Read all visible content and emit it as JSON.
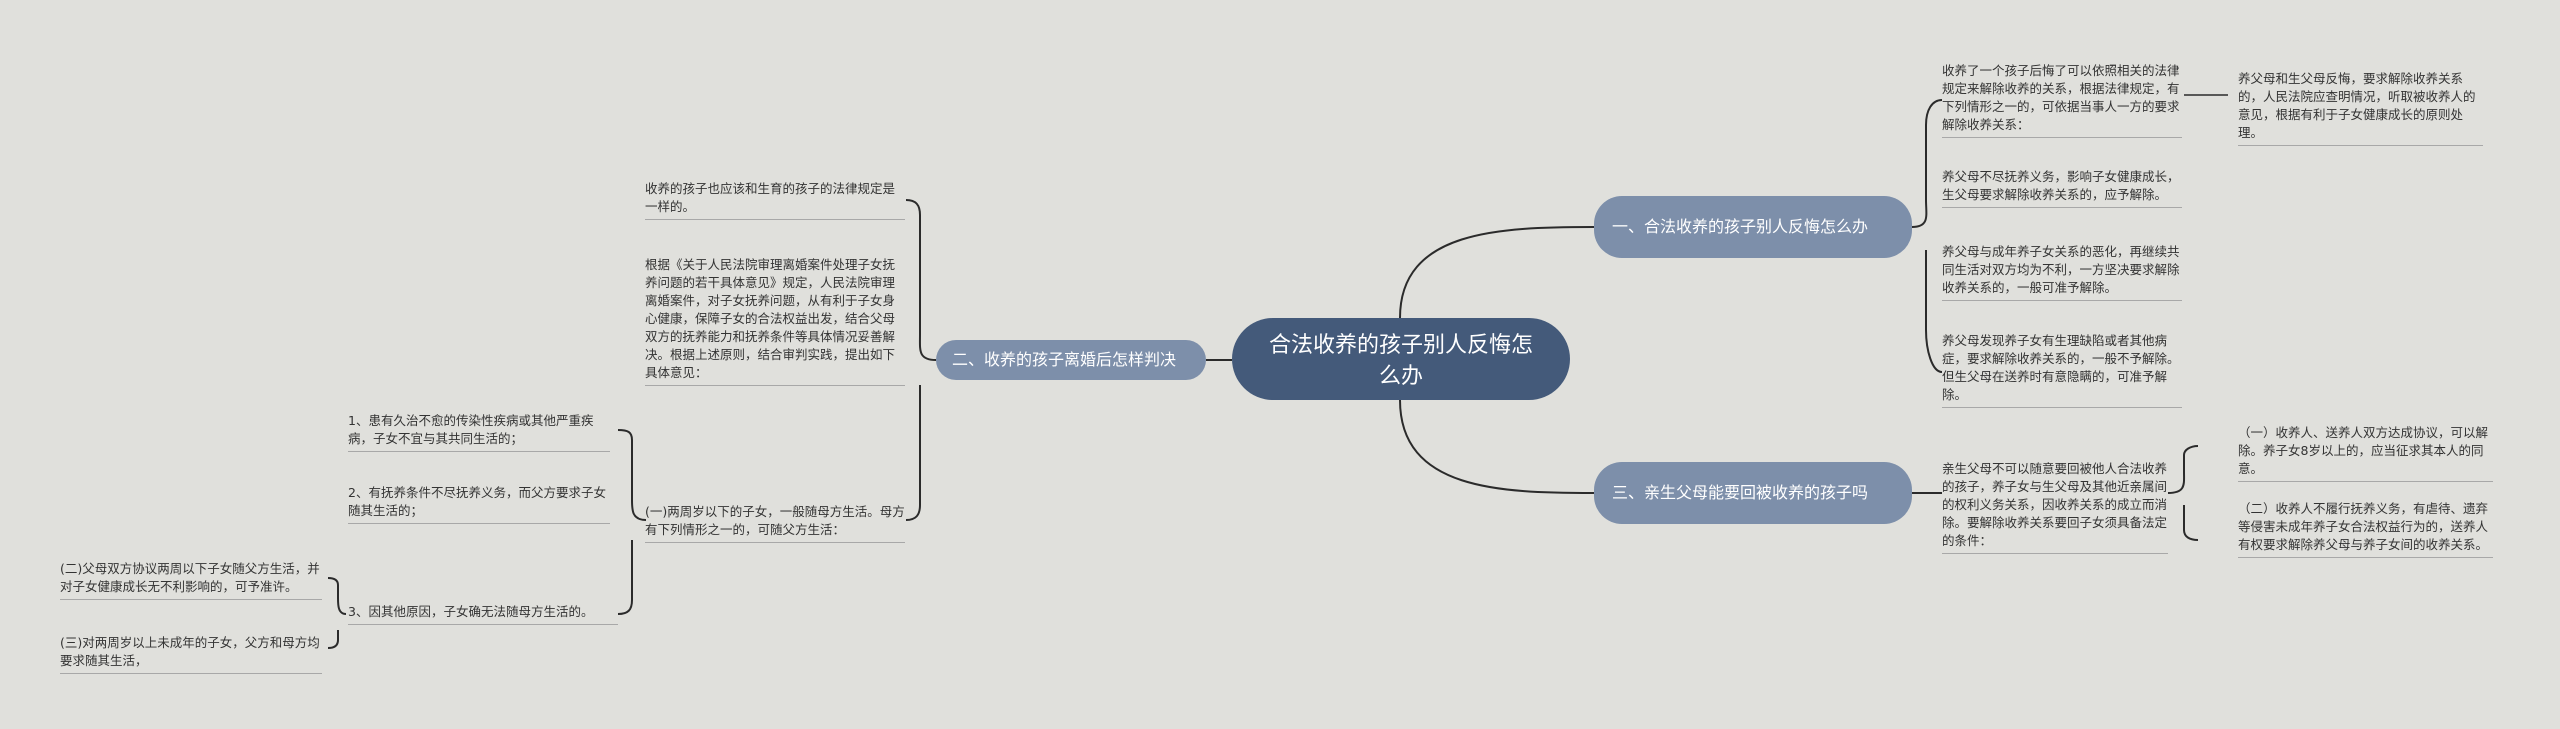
{
  "root": {
    "label": "合法收养的孩子别人反悔怎么办"
  },
  "branches": {
    "b1": {
      "label": "一、合法收养的孩子别人反悔怎么办",
      "items": [
        "收养了一个孩子后悔了可以依照相关的法律规定来解除收养的关系，根据法律规定，有下列情形之一的，可依据当事人一方的要求解除收养关系：",
        "养父母不尽抚养义务，影响子女健康成长，生父母要求解除收养关系的，应予解除。",
        "养父母与成年养子女关系的恶化，再继续共同生活对双方均为不利，一方坚决要求解除收养关系的，一般可准予解除。",
        "养父母发现养子女有生理缺陷或者其他病症，要求解除收养关系的，一般不予解除。但生父母在送养时有意隐瞒的，可准予解除。"
      ],
      "sub": "养父母和生父母反悔，要求解除收养关系的，人民法院应查明情况，听取被收养人的意见，根据有利于子女健康成长的原则处理。"
    },
    "b2": {
      "label": "二、收养的孩子离婚后怎样判决",
      "items": [
        "收养的孩子也应该和生育的孩子的法律规定是一样的。",
        "根据《关于人民法院审理离婚案件处理子女抚养问题的若干具体意见》规定，人民法院审理离婚案件，对子女抚养问题，从有利于子女身心健康，保障子女的合法权益出发，结合父母双方的抚养能力和抚养条件等具体情况妥善解决。根据上述原则，结合审判实践，提出如下具体意见：",
        "(一)两周岁以下的子女，一般随母方生活。母方有下列情形之一的，可随父方生活："
      ],
      "sub": [
        "1、患有久治不愈的传染性疾病或其他严重疾病，子女不宜与其共同生活的；",
        "2、有抚养条件不尽抚养义务，而父方要求子女随其生活的；",
        "3、因其他原因，子女确无法随母方生活的。"
      ],
      "subsub": [
        "(二)父母双方协议两周以下子女随父方生活，并对子女健康成长无不利影响的，可予准许。",
        "(三)对两周岁以上未成年的子女，父方和母方均要求随其生活，"
      ]
    },
    "b3": {
      "label": "三、亲生父母能要回被收养的孩子吗",
      "item": "亲生父母不可以随意要回被他人合法收养的孩子，养子女与生父母及其他近亲属间的权利义务关系，因收养关系的成立而消除。要解除收养关系要回子女须具备法定的条件：",
      "sub": [
        "（一）收养人、送养人双方达成协议，可以解除。养子女8岁以上的，应当征求其本人的同意。",
        "（二）收养人不履行抚养义务，有虐待、遗弃等侵害未成年养子女合法权益行为的，送养人有权要求解除养父母与养子女间的收养关系。"
      ]
    }
  },
  "colors": {
    "background": "#e0e0dc",
    "root": "#445a7a",
    "branch": "#7d8faa",
    "line": "#2b2b2b",
    "leaf_line": "#a8a8a8"
  }
}
